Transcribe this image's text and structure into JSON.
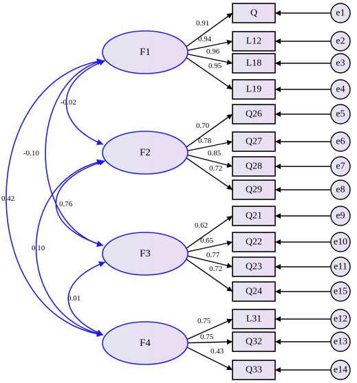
{
  "diagram": {
    "factors": [
      {
        "id": "F1",
        "label": "F1"
      },
      {
        "id": "F2",
        "label": "F2"
      },
      {
        "id": "F3",
        "label": "F3"
      },
      {
        "id": "F4",
        "label": "F4"
      }
    ],
    "indicators": [
      {
        "label": "Q",
        "factor": "F1",
        "loading": "0.91",
        "error": "e1"
      },
      {
        "label": "L12",
        "factor": "F1",
        "loading": "0.94",
        "error": "e2"
      },
      {
        "label": "L18",
        "factor": "F1",
        "loading": "0.96",
        "error": "e3"
      },
      {
        "label": "L19",
        "factor": "F1",
        "loading": "0.95",
        "error": "e4"
      },
      {
        "label": "Q26",
        "factor": "F2",
        "loading": "0.70",
        "error": "e5"
      },
      {
        "label": "Q27",
        "factor": "F2",
        "loading": "0.78",
        "error": "e6"
      },
      {
        "label": "Q28",
        "factor": "F2",
        "loading": "0.85",
        "error": "e7"
      },
      {
        "label": "Q29",
        "factor": "F2",
        "loading": "0.72",
        "error": "e8"
      },
      {
        "label": "Q21",
        "factor": "F3",
        "loading": "0.62",
        "error": "e9"
      },
      {
        "label": "Q22",
        "factor": "F3",
        "loading": "0.65",
        "error": "e10"
      },
      {
        "label": "Q23",
        "factor": "F3",
        "loading": "0.77",
        "error": "e11"
      },
      {
        "label": "Q24",
        "factor": "F3",
        "loading": "0.72",
        "error": "e15"
      },
      {
        "label": "L31",
        "factor": "F4",
        "loading": "0.75",
        "error": "e12"
      },
      {
        "label": "Q32",
        "factor": "F4",
        "loading": "0.75",
        "error": "e13"
      },
      {
        "label": "Q33",
        "factor": "F4",
        "loading": "0.43",
        "error": "e14"
      }
    ],
    "correlations": [
      {
        "from": "F1",
        "to": "F2",
        "value": "-0.02"
      },
      {
        "from": "F1",
        "to": "F3",
        "value": "-0.10"
      },
      {
        "from": "F1",
        "to": "F4",
        "value": "0.42"
      },
      {
        "from": "F2",
        "to": "F3",
        "value": "0.76"
      },
      {
        "from": "F2",
        "to": "F4",
        "value": "0.10"
      },
      {
        "from": "F3",
        "to": "F4",
        "value": "0.01"
      }
    ],
    "colors": {
      "correlation_arc": "#1a1aff",
      "factor_stroke": "#1a1aff",
      "fill_left": "#e3e6f0",
      "fill_right": "#ecdcf3",
      "line": "#000000"
    }
  }
}
